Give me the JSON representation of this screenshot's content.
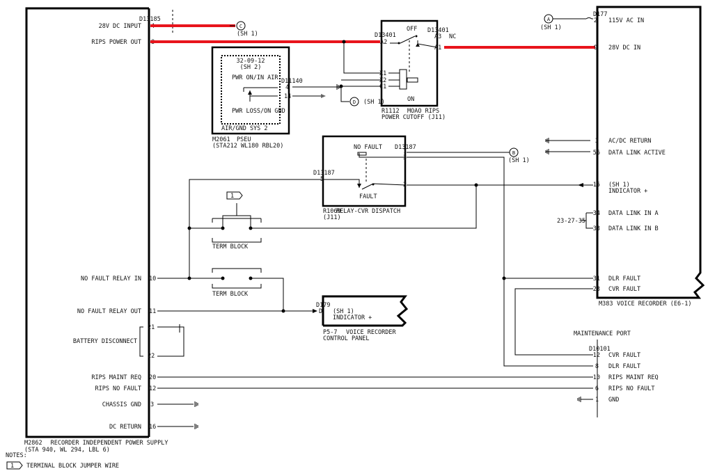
{
  "colors": {
    "hot_wire": "#e8141c",
    "line": "#000000"
  },
  "lru_left": {
    "connector": "D13185",
    "pins": [
      {
        "label": "28V DC INPUT",
        "pin": "4"
      },
      {
        "label": "RIPS POWER OUT",
        "pin": "8"
      },
      {
        "label": "NO FAULT RELAY IN",
        "pin": "10"
      },
      {
        "label": "NO FAULT RELAY OUT",
        "pin": "11"
      },
      {
        "label": "BATTERY DISCONNECT",
        "pin_a": "21",
        "pin_b": "22"
      },
      {
        "label": "RIPS MAINT REQ",
        "pin": "20"
      },
      {
        "label": "RIPS NO FAULT",
        "pin": "12"
      },
      {
        "label": "CHASSIS GND",
        "pin": "3"
      },
      {
        "label": "DC RETURN",
        "pin": "16"
      }
    ],
    "ref": "M2862",
    "title": "RECORDER INDEPENDENT POWER SUPPLY",
    "location": "(STA 940, WL 294, LBL 6)"
  },
  "offsheet": {
    "c": {
      "letter": "C",
      "sheet": "(SH 1)"
    },
    "a": {
      "letter": "A",
      "sheet": "(SH 1)"
    },
    "b": {
      "letter": "B",
      "sheet": "(SH 1)"
    },
    "d": {
      "letter": "D",
      "sheet": "(SH 1)"
    }
  },
  "pseu": {
    "ref_sheet": "32-09-12",
    "sheet": "(SH 2)",
    "air_label": "PWR ON/IN AIR",
    "gnd_label": "PWR LOSS/ON GND",
    "sys_label": "AIR/GND SYS 2",
    "connector": "D11140",
    "pin_a": "4",
    "pin_b": "14",
    "ref": "M2061",
    "name": "PSEU",
    "location": "(STA212 WL180 RBL20)"
  },
  "cutoff": {
    "connector_left": "D13401",
    "connector_right": "D13401",
    "off": "OFF",
    "on": "ON",
    "nc": "NC",
    "a3": "A3",
    "a2": "A2",
    "a1": "A1",
    "x1": "X1",
    "x2": "X2",
    "c1": "C1",
    "ref": "R1112",
    "name": "MOAO RIPS",
    "desc": "POWER CUTOFF (J11)"
  },
  "relay": {
    "connector_top": "D13187",
    "connector_left": "D13187",
    "no_fault": "NO FAULT",
    "fault": "FAULT",
    "pin7": "7",
    "pin3": "3",
    "pin2": "2",
    "pin5": "5",
    "ref": "R1069",
    "name": "RELAY-CVR DISPATCH",
    "location": "(J11)"
  },
  "term_block_1": "TERM BLOCK",
  "term_block_2": "TERM BLOCK",
  "jumper_tag": "1",
  "panel": {
    "connector": "D179",
    "pin": "D",
    "sheet": "(SH 1)",
    "indicator": "INDICATOR +",
    "ref": "P5-7",
    "name": "VOICE RECORDER",
    "sub": "CONTROL PANEL"
  },
  "recorder": {
    "connector": "D177",
    "pins": [
      {
        "pin": "2",
        "label": "115V AC IN"
      },
      {
        "pin": "9",
        "label": "28V DC IN"
      },
      {
        "pin": "3",
        "label": "AC/DC RETURN"
      },
      {
        "pin": "56",
        "label": "DATA LINK ACTIVE"
      },
      {
        "pin": "15",
        "label": "(SH 1)",
        "label2": "INDICATOR +"
      },
      {
        "pin": "34",
        "label": "DATA LINK IN A"
      },
      {
        "pin": "33",
        "label": "DATA LINK IN B"
      },
      {
        "pin": "31",
        "label": "DLR FAULT"
      },
      {
        "pin": "23",
        "label": "CVR FAULT"
      }
    ],
    "data_link_ref": "23-27-35",
    "ref": "M383",
    "name": "VOICE RECORDER (E6-1)"
  },
  "maint_port": {
    "title": "MAINTENANCE PORT",
    "connector": "D10101",
    "pins": [
      {
        "pin": "12",
        "label": "CVR FAULT"
      },
      {
        "pin": "8",
        "label": "DLR FAULT"
      },
      {
        "pin": "10",
        "label": "RIPS MAINT REQ"
      },
      {
        "pin": "6",
        "label": "RIPS NO FAULT"
      },
      {
        "pin": "1",
        "label": "GND"
      }
    ]
  },
  "notes": {
    "title": "NOTES:",
    "tag": "1",
    "text": "TERMINAL BLOCK JUMPER WIRE"
  }
}
